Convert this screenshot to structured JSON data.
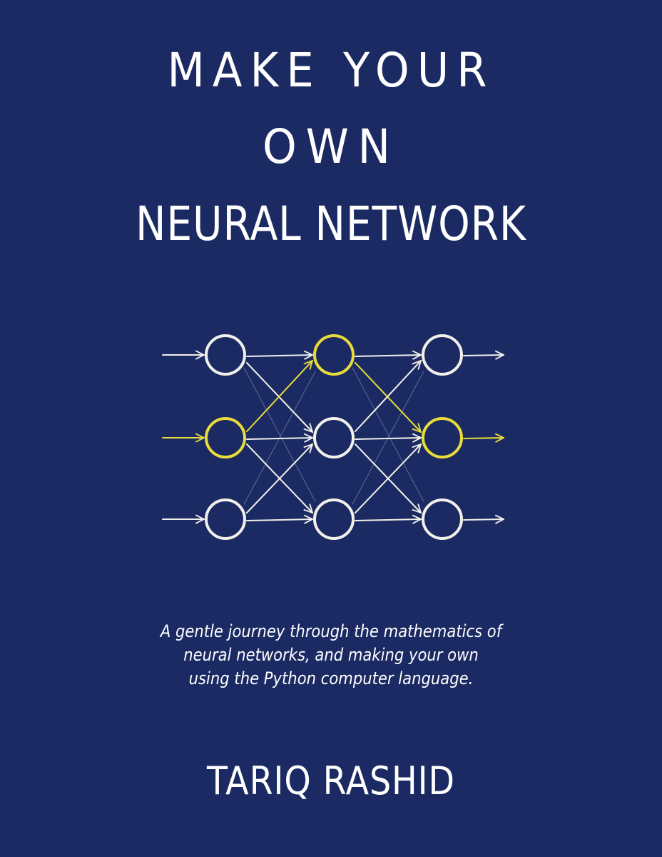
{
  "cover": {
    "title_line1": "MAKE YOUR",
    "title_line2": "OWN",
    "title_line3": "NEURAL NETWORK",
    "subtitle_line1": "A gentle journey through the mathematics of",
    "subtitle_line2": "neural networks, and making your own",
    "subtitle_line3": "using the Python computer language.",
    "author": "TARIQ RASHID",
    "colors": {
      "background": "#1b2a63",
      "text": "#ffffff",
      "node": "#f2f0ea",
      "highlight": "#e8dc3a"
    }
  },
  "diagram": {
    "icon": "neural-network-diagram",
    "layers": 3,
    "nodes_per_layer": 3,
    "highlighted_nodes": [
      "input-2",
      "hidden-1",
      "output-2"
    ]
  }
}
